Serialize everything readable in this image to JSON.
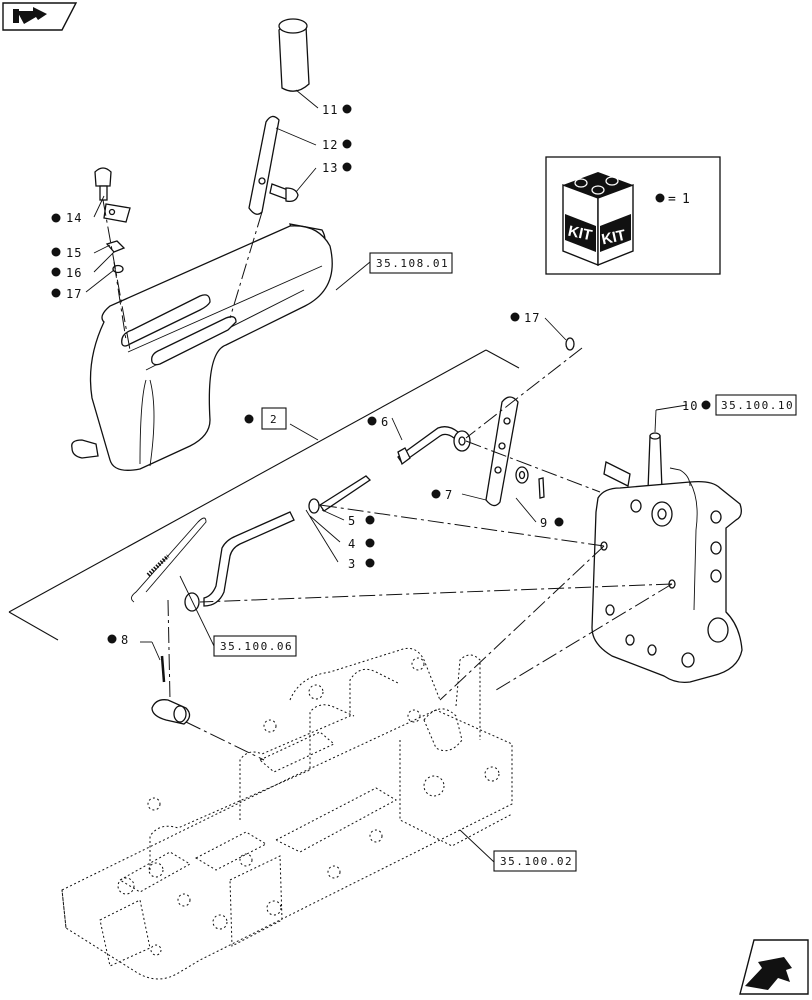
{
  "icons": {
    "nav_back": "nav-back-arrow-icon",
    "nav_next": "nav-next-arrow-icon",
    "kit": "kit-box-icon",
    "bullet": "filled-dot"
  },
  "kit_legend": {
    "box_label_left": "KIT",
    "box_label_right": "KIT",
    "equals": "=",
    "value": "1"
  },
  "callouts": {
    "c11": "11",
    "c12": "12",
    "c13": "13",
    "c14": "14",
    "c15": "15",
    "c16": "16",
    "c17a": "17",
    "c17b": "17",
    "c10": "10",
    "c6": "6",
    "c7": "7",
    "c9": "9",
    "c5": "5",
    "c4": "4",
    "c3": "3",
    "c8": "8"
  },
  "references": {
    "lever_housing": "35.108.01",
    "assembly_group": "2",
    "support_bracket": "35.100.10",
    "rod_assembly": "35.100.06",
    "lift_housing": "35.100.02"
  },
  "colors": {
    "ink": "#111111",
    "background": "#ffffff"
  }
}
